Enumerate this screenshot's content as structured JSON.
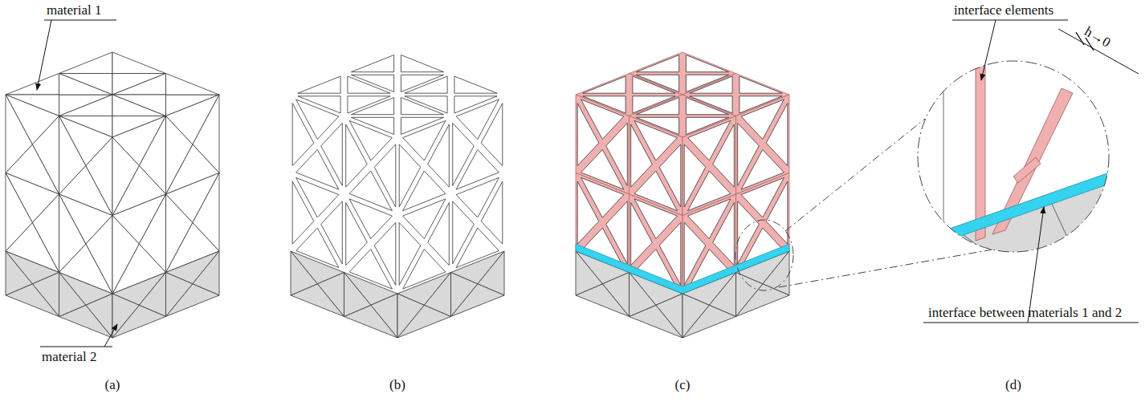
{
  "diagram": {
    "labels": [
      "material 1",
      "material 2",
      "interface elements",
      "interface between materials 1 and 2",
      "h→0",
      "(a)",
      "(b)",
      "(c)",
      "(d)"
    ]
  }
}
